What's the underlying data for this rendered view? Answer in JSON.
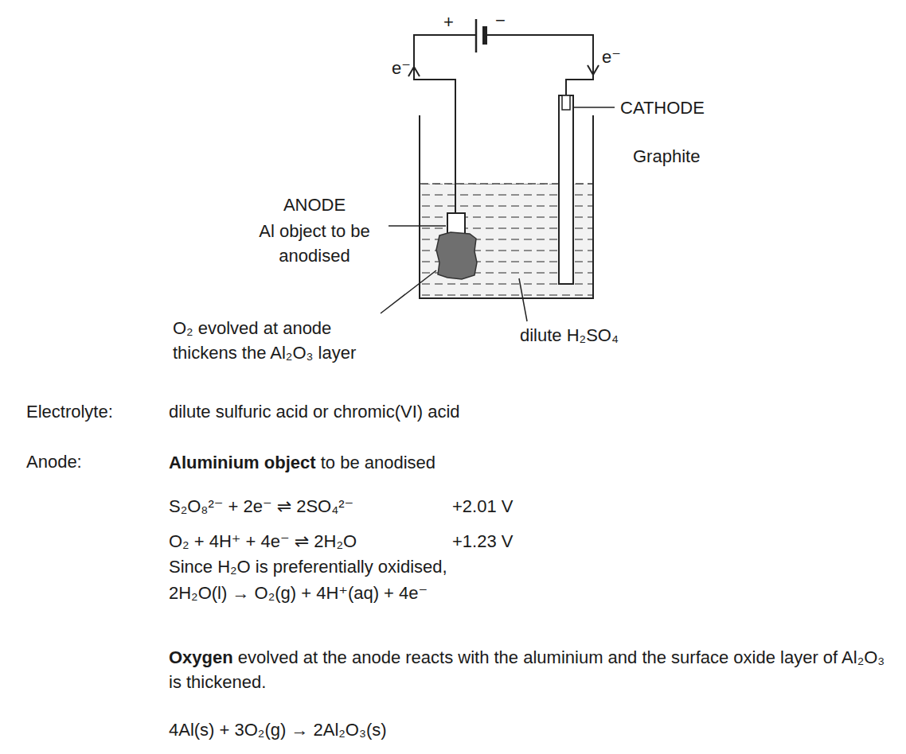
{
  "diagram": {
    "labels": [
      "+",
      "−",
      "e⁻",
      "e⁻",
      "CATHODE",
      "Graphite",
      "ANODE",
      "Al object to be anodised",
      "O₂ evolved at anode thickens the Al₂O₃ layer",
      "dilute H₂SO₄",
      "Electrolyte:",
      "dilute sulfuric acid or chromic(VI) acid",
      "Anode:",
      "Aluminium object",
      "to be anodised",
      "S₂O₈²⁻ + 2e⁻ ⇌ 2SO₄²⁻",
      "+2.01 V",
      "O₂ + 4H⁺ + 4e⁻ ⇌ 2H₂O",
      "+1.23 V",
      "Since H₂O is preferentially oxidised,",
      "2H₂O(l) → O₂(g) + 4H⁺(aq) + 4e⁻",
      "Oxygen",
      "evolved at the anode reacts with the aluminium and the surface oxide layer of Al₂O₃ is thickened.",
      "4Al(s) + 3O₂(g) → 2Al₂O₃(s)"
    ]
  }
}
